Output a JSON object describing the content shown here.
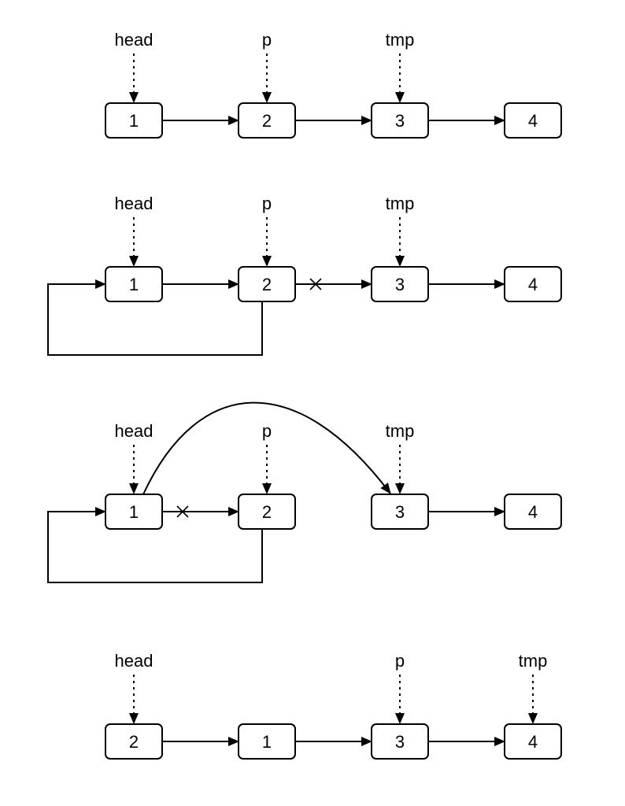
{
  "diagram": {
    "steps": [
      {
        "nodes": [
          "1",
          "2",
          "3",
          "4"
        ],
        "pointers": [
          {
            "label": "head",
            "node": 0
          },
          {
            "label": "p",
            "node": 1
          },
          {
            "label": "tmp",
            "node": 2
          }
        ],
        "links": [
          {
            "from": 0,
            "to": 1,
            "cut": false
          },
          {
            "from": 1,
            "to": 2,
            "cut": false
          },
          {
            "from": 2,
            "to": 3,
            "cut": false
          }
        ]
      },
      {
        "nodes": [
          "1",
          "2",
          "3",
          "4"
        ],
        "pointers": [
          {
            "label": "head",
            "node": 0
          },
          {
            "label": "p",
            "node": 1
          },
          {
            "label": "tmp",
            "node": 2
          }
        ],
        "links": [
          {
            "from": 0,
            "to": 1,
            "cut": false
          },
          {
            "from": 1,
            "to": 2,
            "cut": true
          },
          {
            "from": 2,
            "to": 3,
            "cut": false
          }
        ],
        "back_link": {
          "from": 1,
          "to": 0
        }
      },
      {
        "nodes": [
          "1",
          "2",
          "3",
          "4"
        ],
        "pointers": [
          {
            "label": "head",
            "node": 0
          },
          {
            "label": "p",
            "node": 1
          },
          {
            "label": "tmp",
            "node": 2
          }
        ],
        "links": [
          {
            "from": 0,
            "to": 1,
            "cut": true
          },
          {
            "from": 2,
            "to": 3,
            "cut": false
          }
        ],
        "back_link": {
          "from": 1,
          "to": 0
        },
        "arc_link": {
          "from": 0,
          "to": 2
        }
      },
      {
        "nodes": [
          "2",
          "1",
          "3",
          "4"
        ],
        "pointers": [
          {
            "label": "head",
            "node": 0
          },
          {
            "label": "p",
            "node": 2
          },
          {
            "label": "tmp",
            "node": 3
          }
        ],
        "links": [
          {
            "from": 0,
            "to": 1,
            "cut": false
          },
          {
            "from": 1,
            "to": 2,
            "cut": false
          },
          {
            "from": 2,
            "to": 3,
            "cut": false
          }
        ]
      }
    ]
  }
}
